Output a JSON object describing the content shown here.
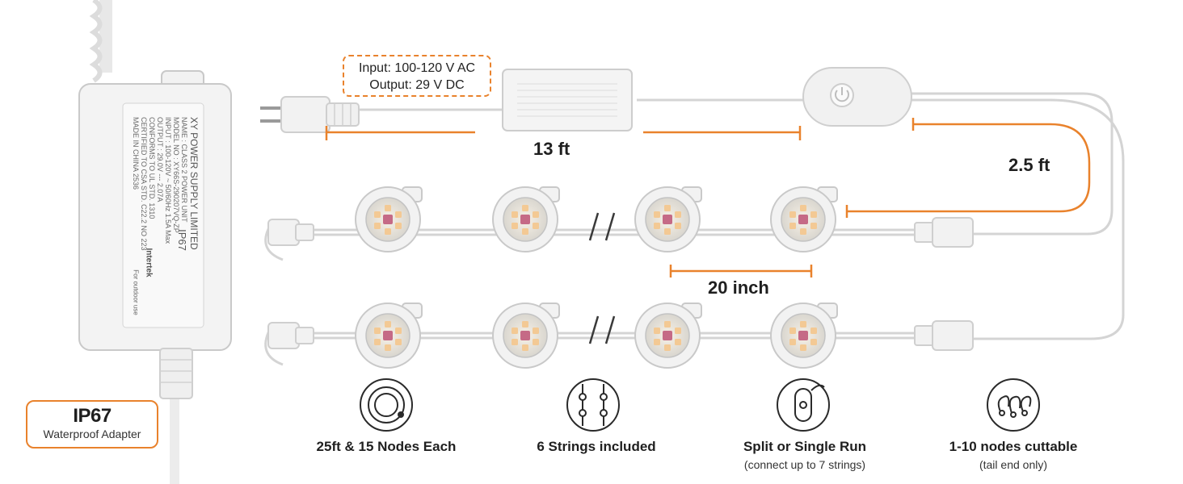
{
  "spec": {
    "input": "Input: 100-120 V AC",
    "output": "Output: 29 V DC"
  },
  "dimensions": {
    "cord_length": "13 ft",
    "lead_length": "2.5 ft",
    "node_spacing": "20 inch"
  },
  "adapter": {
    "rating": "IP67",
    "label": "Waterproof Adapter",
    "label_lines": [
      "XY POWER SUPPLY LIMITED",
      "NAME : CLASS 2 POWER UNIT",
      "MODEL NO : XY66S-290207VQ-ZP",
      "INPUT : 100-120V ~ 50/60Hz 1.5A Max",
      "OUTPUT : 29.0V --- 2.07A",
      "CONFORMS TO UL STD. 1310",
      "CERTIFIED TO CSA STD. C22.2 NO 223",
      "MADE IN CHINA 2536"
    ],
    "side_rating": "IP67",
    "cert": "Intertek",
    "outdoor": "For outdoor use"
  },
  "features": [
    {
      "title": "25ft & 15 Nodes Each",
      "note": "",
      "icon": "coiled-cable-icon"
    },
    {
      "title": "6 Strings included",
      "note": "",
      "icon": "strings-grid-icon"
    },
    {
      "title": "Split or Single Run",
      "note": "(connect up to 7 strings)",
      "icon": "remote-switch-icon"
    },
    {
      "title": "1-10 nodes cuttable",
      "note": "(tail end only)",
      "icon": "cuttable-nodes-icon"
    }
  ],
  "colors": {
    "accent": "#e9822c",
    "housing": "#f2f2f2",
    "outline": "#c9c9c9",
    "led_warm": "#f3c994",
    "led_rgb": "#c56a86"
  },
  "break_mark": "//"
}
